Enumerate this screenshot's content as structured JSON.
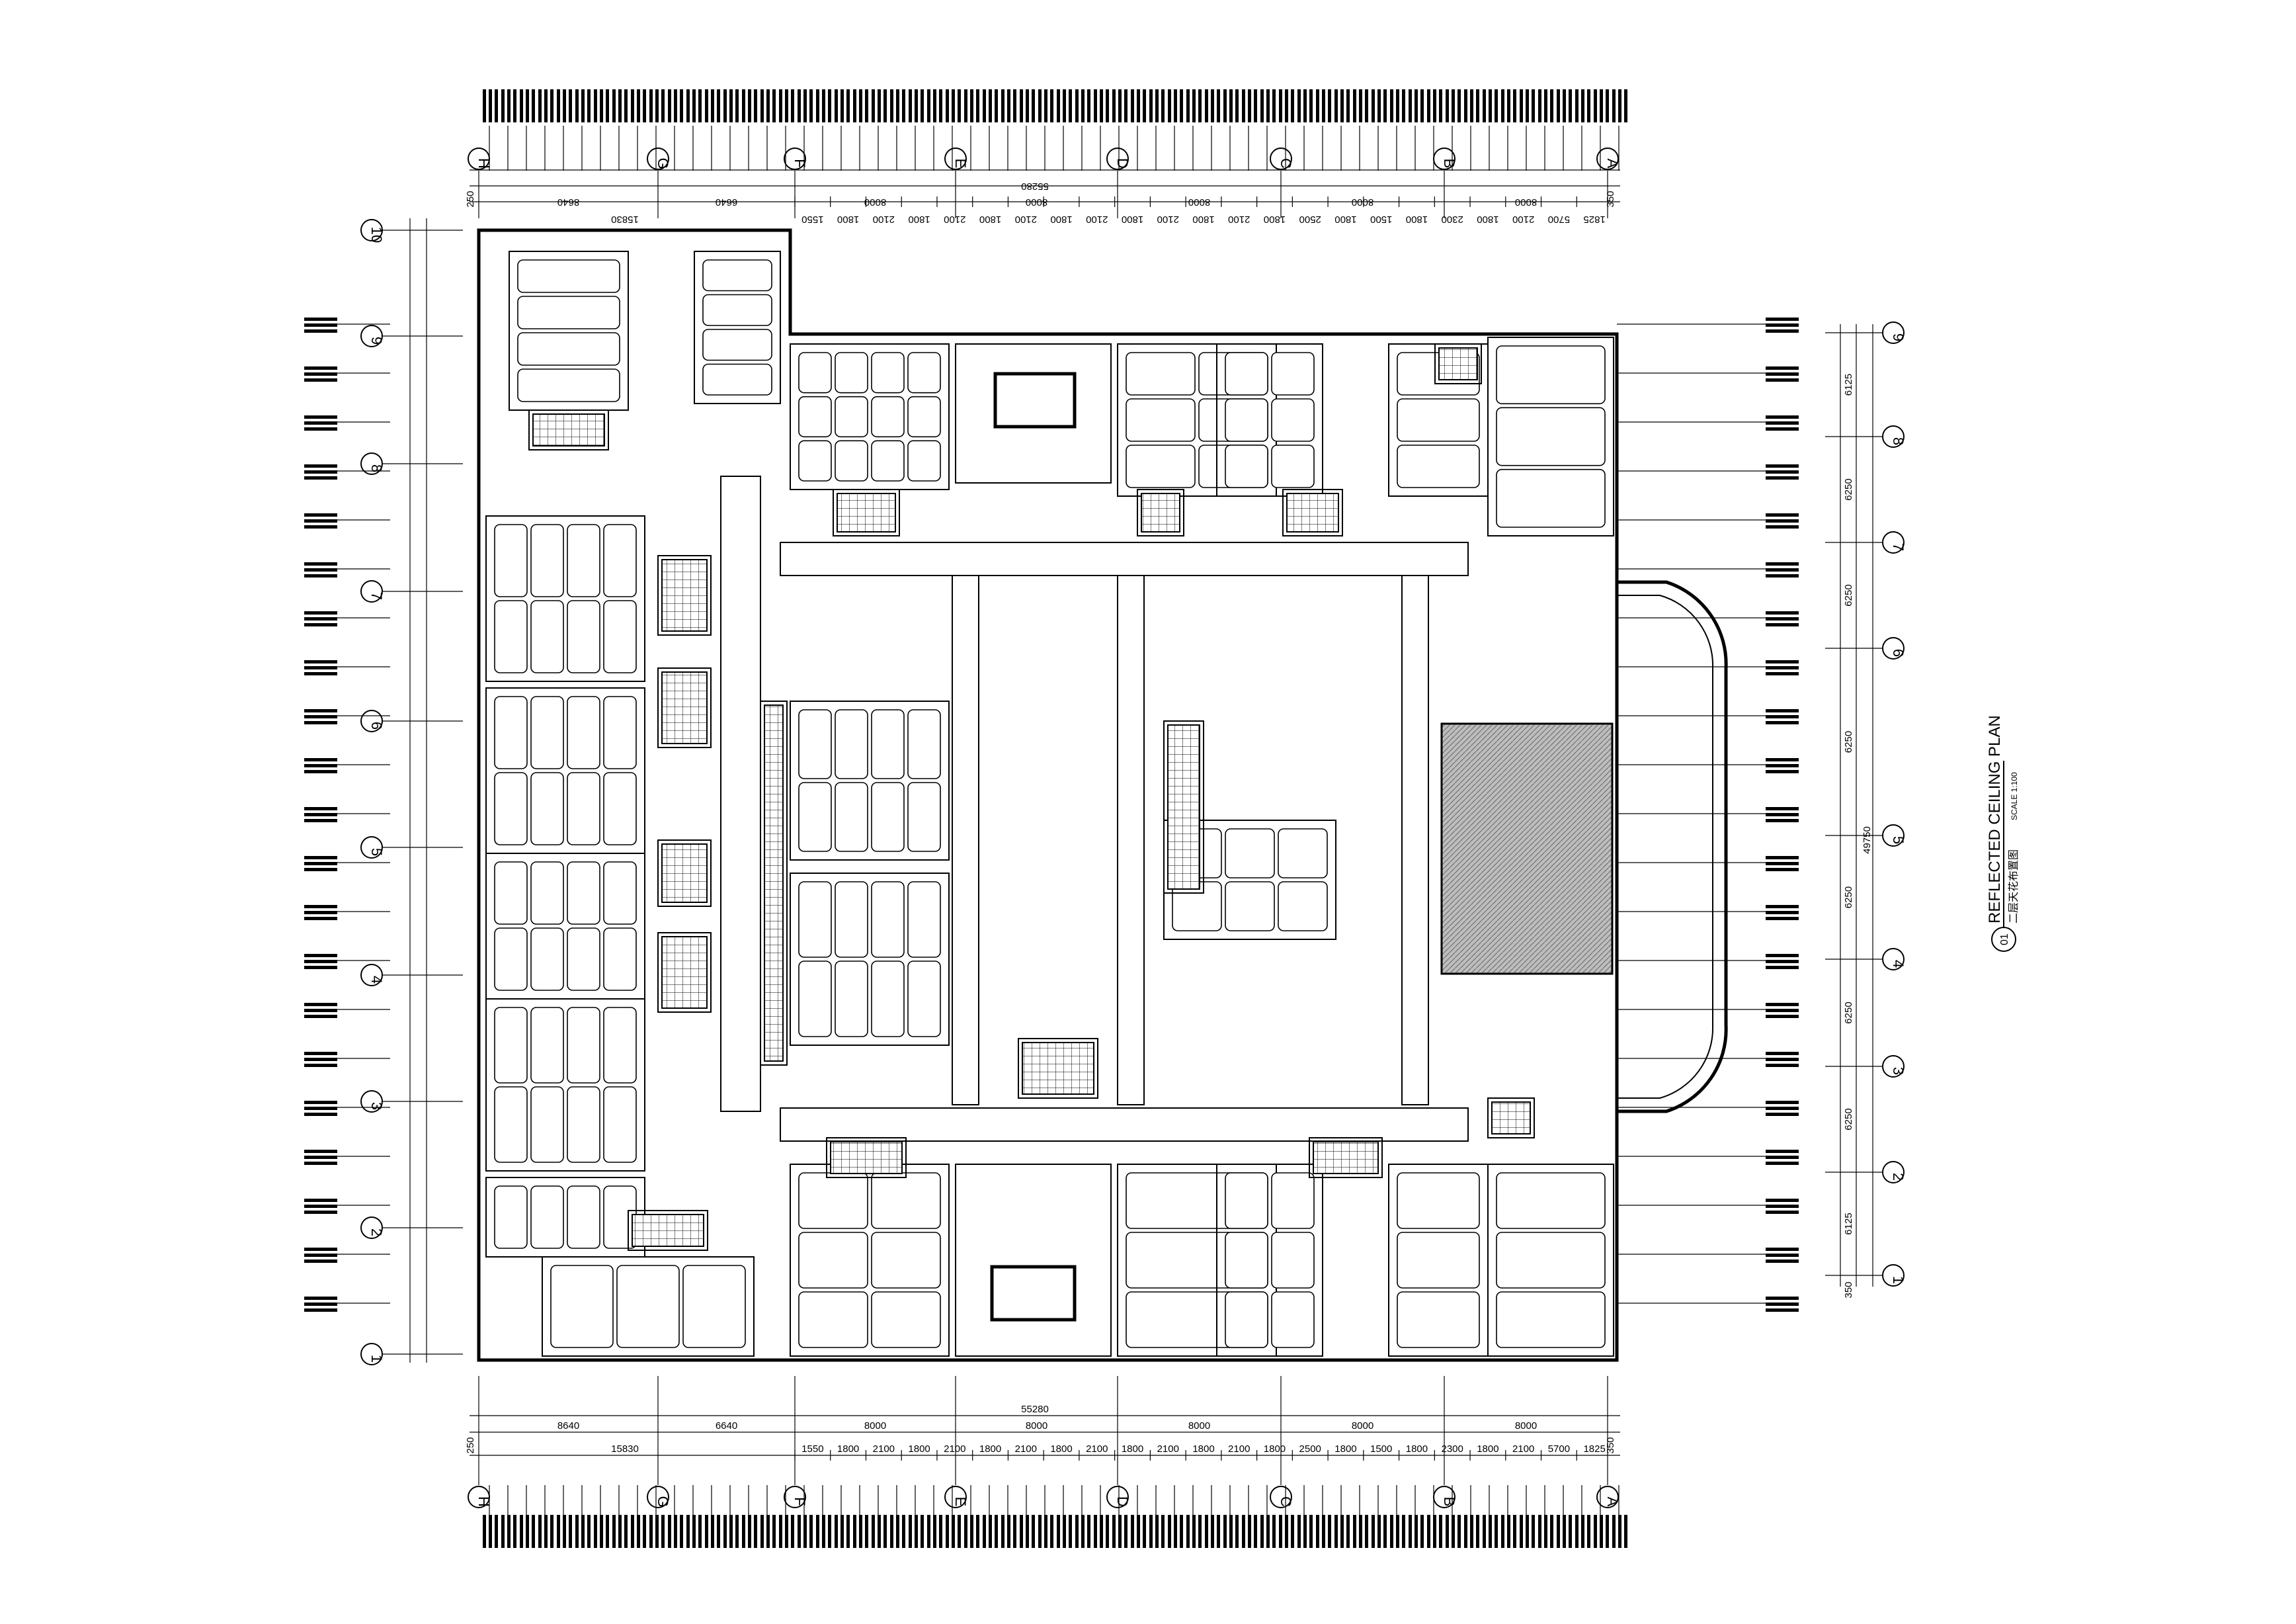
{
  "title": {
    "number": "01",
    "name": "REFLECTED CEILING PLAN",
    "subtitle_cn": "二层天花布置图",
    "scale": "SCALE 1:100"
  },
  "grid_columns": [
    "H",
    "G",
    "F",
    "E",
    "D",
    "C",
    "B",
    "A"
  ],
  "grid_rows_left": [
    "10",
    "9",
    "8",
    "7",
    "6",
    "5",
    "4",
    "3",
    "2",
    "1"
  ],
  "grid_rows_right": [
    "9",
    "8",
    "7",
    "6",
    "5",
    "4",
    "3",
    "2",
    "1"
  ],
  "top_dimensions": {
    "overall": "55280",
    "edge_left": "250",
    "edge_right": "350",
    "bays": [
      "8640",
      "6640",
      "8000",
      "8000",
      "8000",
      "8000",
      "8000"
    ],
    "sub_span": "15830",
    "details": [
      "1550",
      "1800",
      "2100",
      "1800",
      "2100",
      "1800",
      "2100",
      "1800",
      "2100",
      "1800",
      "2100",
      "1800",
      "2100",
      "1800",
      "2500",
      "1800",
      "1500",
      "1800",
      "2300",
      "1800",
      "2100",
      "5700",
      "1825"
    ]
  },
  "right_dimensions": {
    "overall": "49750",
    "edge": "350",
    "bays": [
      "6125",
      "6250",
      "6250",
      "6250",
      "6250",
      "6250",
      "6250",
      "6125"
    ]
  },
  "colors": {
    "line": "#000000",
    "hatch": "#bdbdbd",
    "background": "#ffffff"
  }
}
